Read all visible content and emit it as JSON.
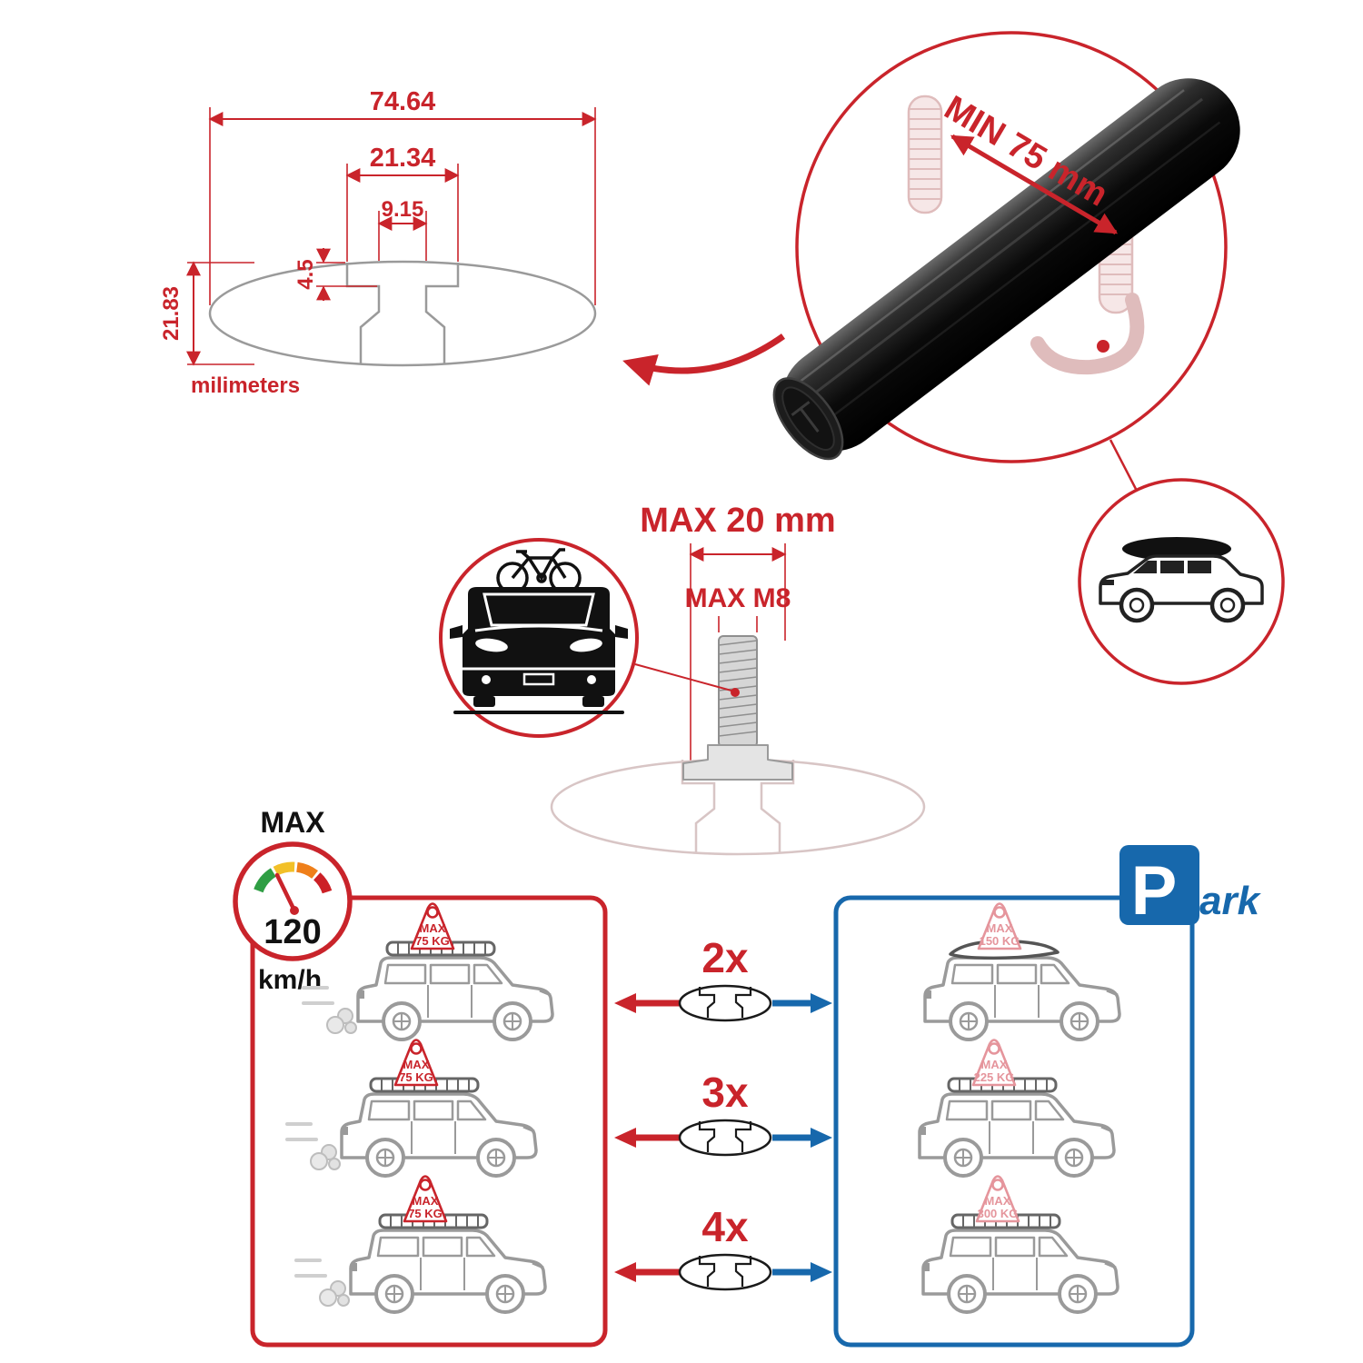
{
  "colors": {
    "red": "#c9242b",
    "blue": "#1768ac",
    "gray": "#9a9a9a",
    "faded_red": "#e5959c",
    "black": "#111111",
    "gauge_green": "#2f9e44",
    "gauge_yellow": "#f2c028",
    "gauge_orange": "#ef7f1a"
  },
  "icons": [
    "crossbar-cross-section-icon",
    "crossbar-3d-icon",
    "suv-roofbox-icon",
    "bolt-icon",
    "car-front-bike-icon",
    "speedometer-icon",
    "park-sign-icon",
    "suv-side-icon"
  ],
  "dimensions": {
    "width_total": "74.64",
    "slot_outer": "21.34",
    "slot_inner": "9.15",
    "slot_depth": "4.5",
    "height_total": "21.83",
    "units": "milimeters"
  },
  "bar_detail": {
    "min_label": "MIN 75 mm"
  },
  "bolt": {
    "max_width": "MAX 20 mm",
    "max_thread": "MAX M8"
  },
  "speed": {
    "label": "MAX",
    "value": "120",
    "units": "km/h"
  },
  "counts": {
    "row1": "2x",
    "row2": "3x",
    "row3": "4x"
  },
  "red_panel": {
    "cars": [
      {
        "l1": "MAX",
        "l2": "75 KG"
      },
      {
        "l1": "MAX",
        "l2": "75 KG"
      },
      {
        "l1": "MAX",
        "l2": "75 KG"
      }
    ]
  },
  "blue_panel": {
    "sign_p": "P",
    "sign_ark": "ark",
    "cars": [
      {
        "l1": "MAX",
        "l2": "150 KG"
      },
      {
        "l1": "MAX",
        "l2": "225 KG"
      },
      {
        "l1": "MAX",
        "l2": "300 KG"
      }
    ]
  }
}
